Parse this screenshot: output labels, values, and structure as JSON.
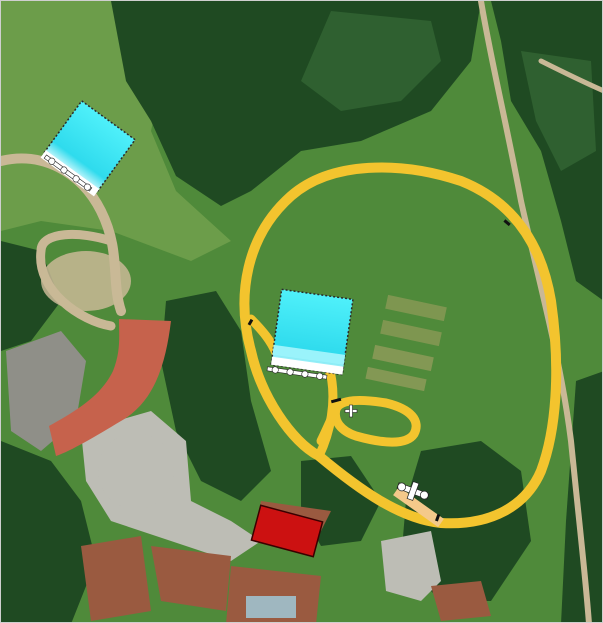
{
  "map": {
    "kind": "aerial-satellite",
    "colors": {
      "grass": "#4f8a3a",
      "grass_light": "#6c9d4a",
      "forest_dark": "#1f4a22",
      "forest_mid": "#2f6030",
      "path_dirt": "#c9b896",
      "path_yellow": "#f3c42e",
      "roof_terracotta": "#c6624c",
      "roof_brick": "#9a5a40",
      "pavement": "#bdbdb5",
      "parking": "#8f8f88",
      "marker_cyan": "#35e2f2",
      "marker_red": "#cc1111",
      "crop_strip": "#b7a56d"
    },
    "overlays": [
      {
        "id": "cyan-marker-north",
        "shape": "rotated-square",
        "color": "cyan"
      },
      {
        "id": "cyan-marker-loop",
        "shape": "rotated-square",
        "color": "cyan"
      },
      {
        "id": "red-building-marker",
        "shape": "rotated-rectangle",
        "color": "red"
      }
    ],
    "icons": [
      "glider-icon",
      "aircraft-icon",
      "aircraft-icon",
      "aircraft-icon",
      "small-plane-icon"
    ]
  }
}
